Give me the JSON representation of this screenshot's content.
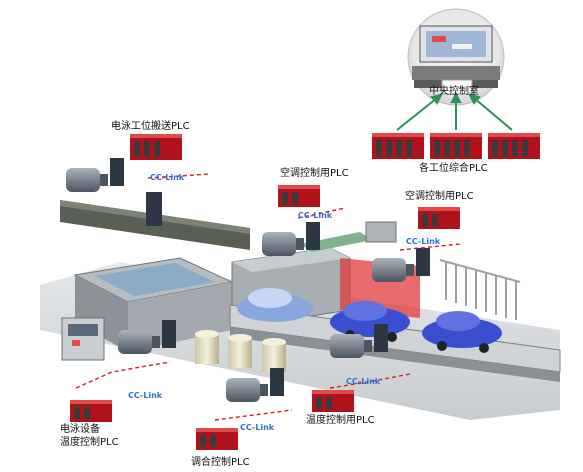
{
  "labels": {
    "central_control": "中央控制室",
    "station_plc": "各工位综合PLC",
    "ed_transfer_plc": "电泳工位搬送PLC",
    "ac_plc_1": "空调控制用PLC",
    "ac_plc_2": "空调控制用PLC",
    "ed_temp_line1": "电泳设备",
    "ed_temp_line2": "温度控制PLC",
    "temp_plc": "温度控制用PLC",
    "blend_plc": "调合控制PLC"
  },
  "network": {
    "cclink_text": "CC-Link"
  },
  "colors": {
    "plc_red": "#b0121b",
    "arrow_green": "#2f8f5b",
    "cclink_blue": "#2f6fd6",
    "motor_grey": "#6b7a87",
    "booth_red": "#e23a3a",
    "car_blue": "#3a4fd0"
  }
}
